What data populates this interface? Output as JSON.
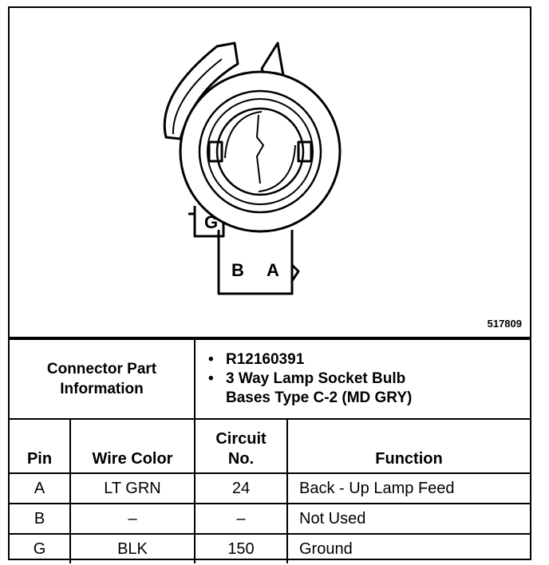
{
  "diagram": {
    "figure_id": "517809",
    "cavity_labels": {
      "g": "G",
      "b": "B",
      "a": "A"
    }
  },
  "connector_info": {
    "title_line1": "Connector Part",
    "title_line2": "Information",
    "items": [
      {
        "line1": "R12160391",
        "line2": ""
      },
      {
        "line1": "3 Way Lamp Socket Bulb",
        "line2": "Bases Type C-2 (MD GRY)"
      }
    ]
  },
  "table": {
    "headers": {
      "pin": "Pin",
      "wire_color": "Wire Color",
      "circuit_line1": "Circuit",
      "circuit_line2": "No.",
      "function": "Function"
    },
    "rows": [
      {
        "pin": "A",
        "wire_color": "LT GRN",
        "circuit": "24",
        "function": "Back - Up Lamp Feed"
      },
      {
        "pin": "B",
        "wire_color": "–",
        "circuit": "–",
        "function": "Not Used"
      },
      {
        "pin": "G",
        "wire_color": "BLK",
        "circuit": "150",
        "function": "Ground"
      }
    ]
  }
}
